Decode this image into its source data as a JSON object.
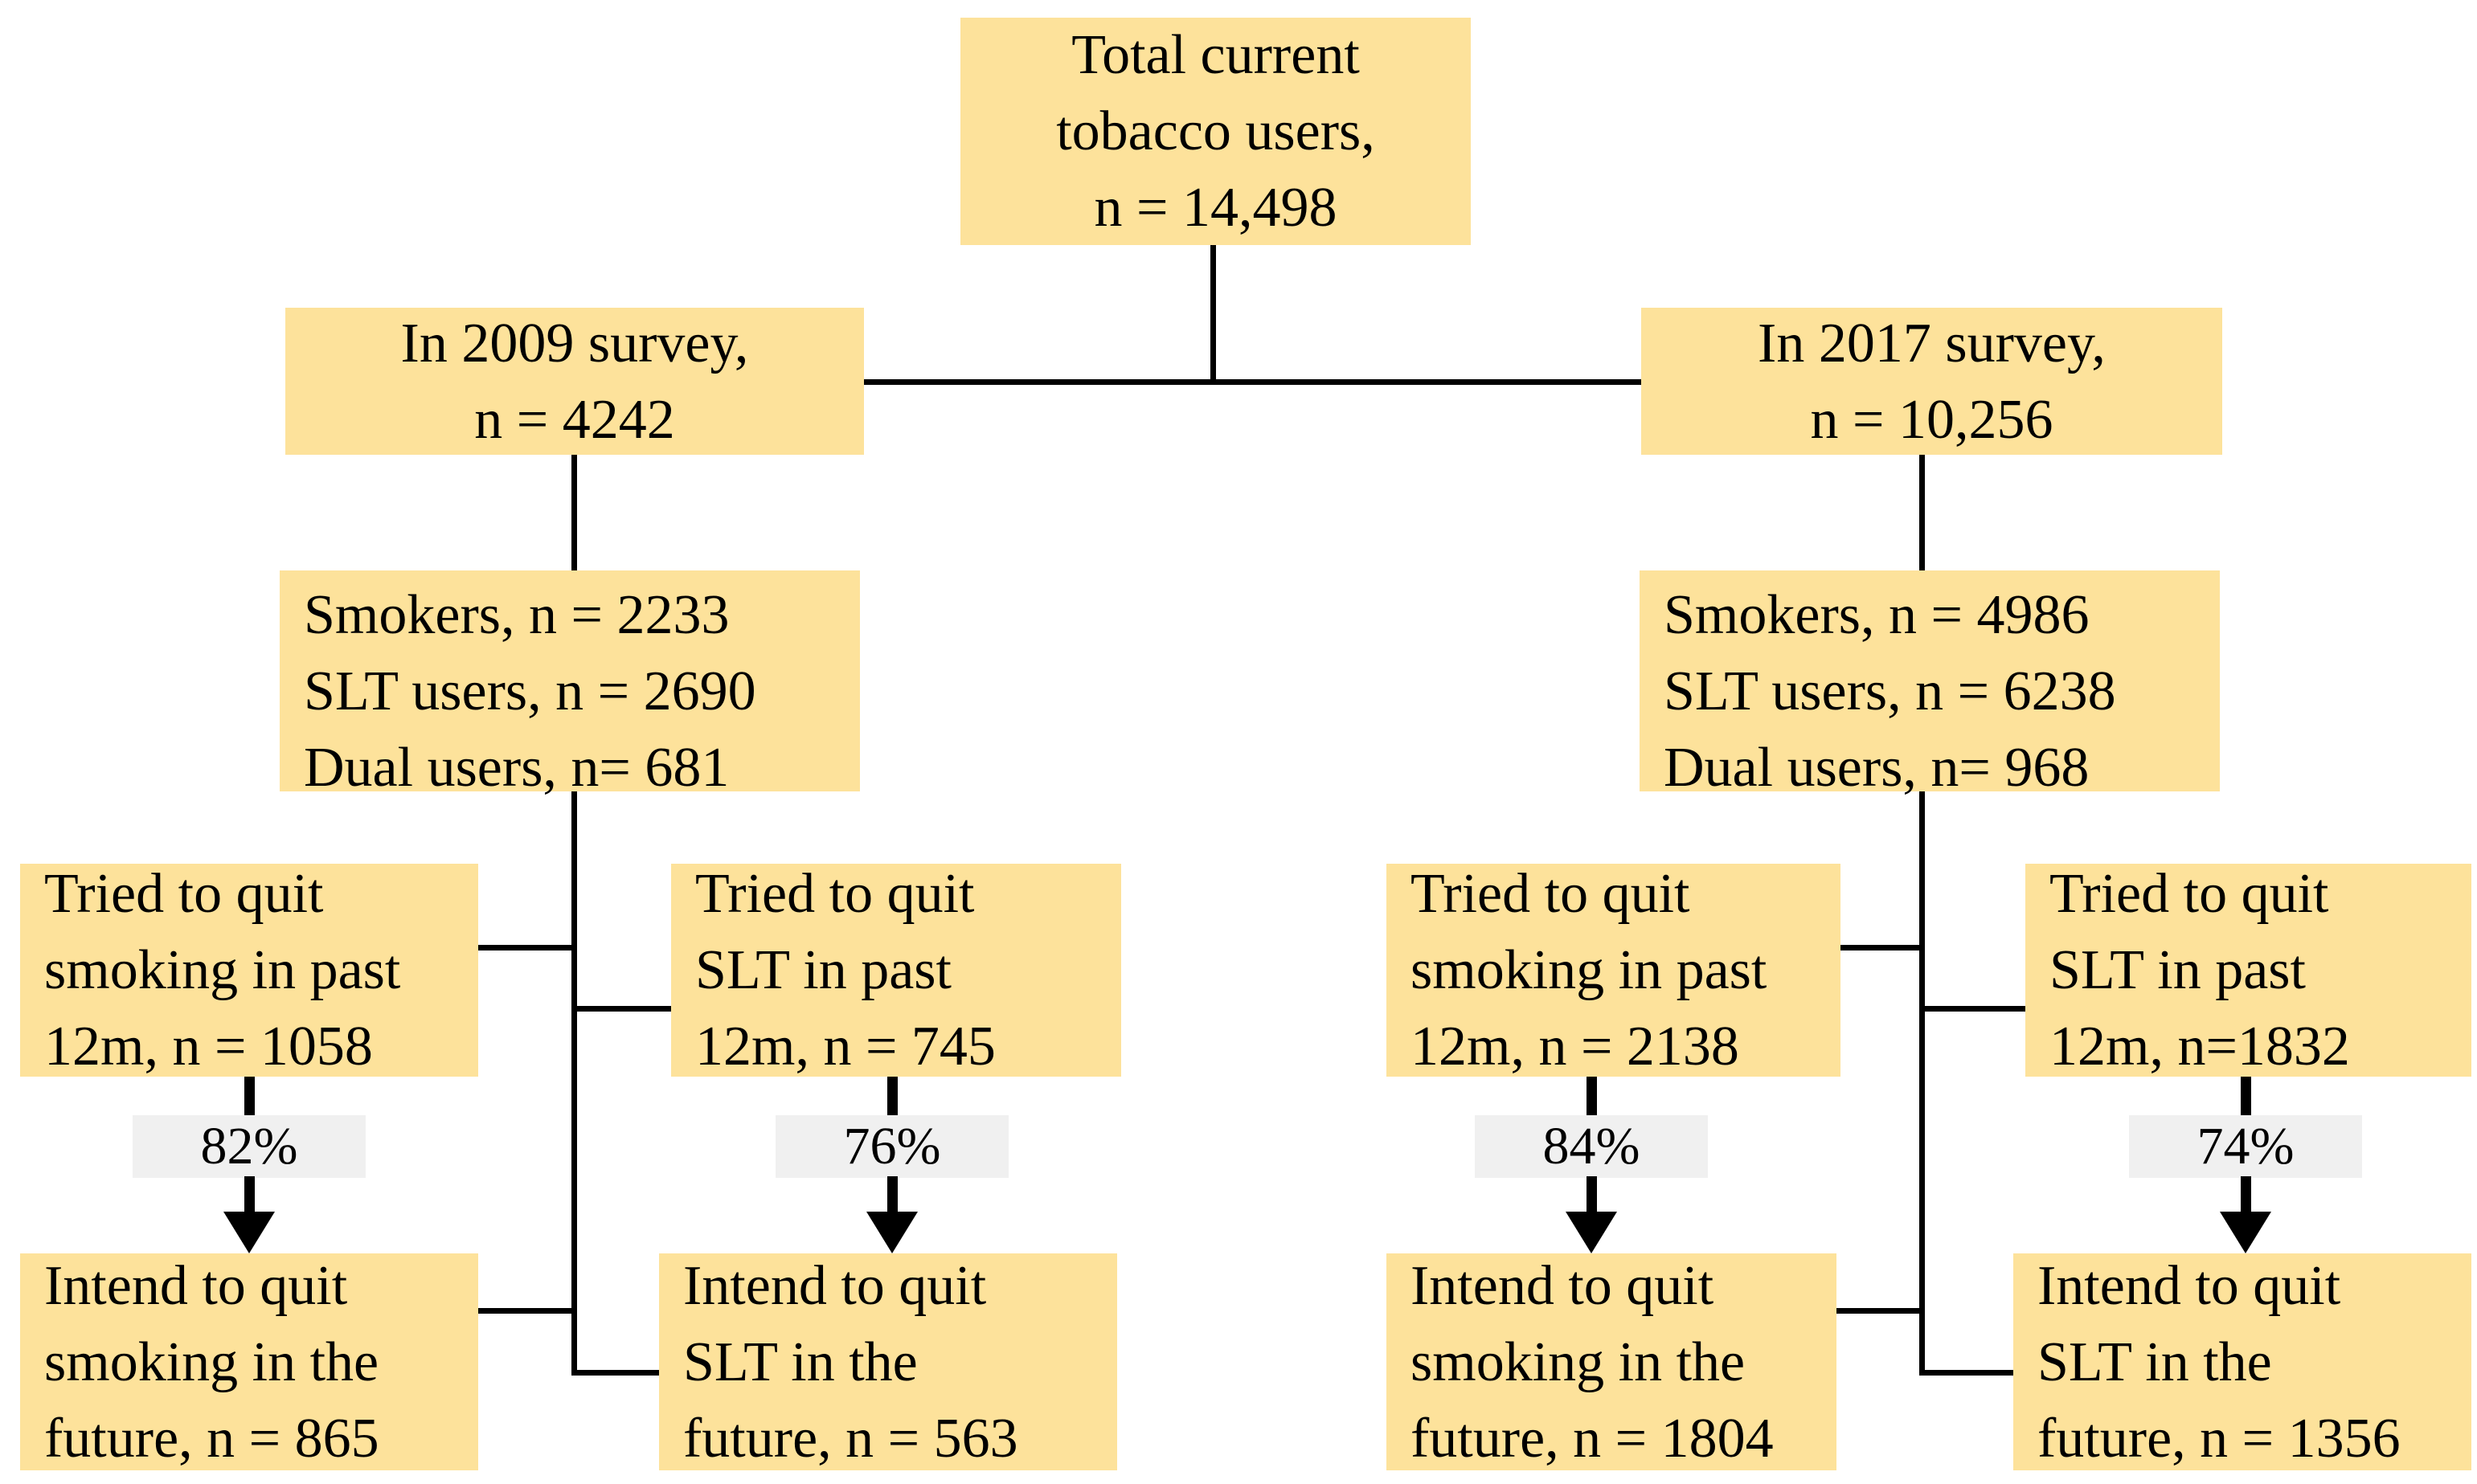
{
  "diagram": {
    "type": "flowchart",
    "topic": "Tobacco users quit attempts and intentions, 2009 vs 2017 surveys",
    "total_box": {
      "lines": [
        "Total current",
        "tobacco users,",
        "n = 14,498"
      ]
    },
    "survey_2009": {
      "lines": [
        "In 2009 survey,",
        "n = 4242"
      ]
    },
    "survey_2017": {
      "lines": [
        "In 2017 survey,",
        "n = 10,256"
      ]
    },
    "breakdown_2009": {
      "lines": [
        "Smokers, n = 2233",
        "SLT users, n = 2690",
        "Dual users, n= 681"
      ]
    },
    "breakdown_2017": {
      "lines": [
        "Smokers, n = 4986",
        "SLT users, n = 6238",
        "Dual users, n= 968"
      ]
    },
    "tried_smoking_2009": {
      "lines": [
        "Tried to quit",
        "smoking in past",
        "12m, n = 1058"
      ]
    },
    "tried_slt_2009": {
      "lines": [
        "Tried to quit",
        "SLT in past",
        "12m, n = 745"
      ]
    },
    "tried_smoking_2017": {
      "lines": [
        "Tried to quit",
        "smoking in past",
        "12m, n = 2138"
      ]
    },
    "tried_slt_2017": {
      "lines": [
        "Tried to quit",
        "SLT in past",
        "12m, n=1832"
      ]
    },
    "intend_smoking_2009": {
      "lines": [
        "Intend to quit",
        "smoking in the",
        "future, n = 865"
      ]
    },
    "intend_slt_2009": {
      "lines": [
        "Intend to quit",
        "SLT in the",
        "future, n = 563"
      ]
    },
    "intend_smoking_2017": {
      "lines": [
        "Intend to quit",
        "smoking in the",
        "future, n = 1804"
      ]
    },
    "intend_slt_2017": {
      "lines": [
        "Intend to quit",
        "SLT in the",
        "future, n = 1356"
      ]
    },
    "percent_smoking_2009": "82%",
    "percent_slt_2009": "76%",
    "percent_smoking_2017": "84%",
    "percent_slt_2017": "74%",
    "colors": {
      "box_fill": "#FDE29B",
      "label_fill": "#F0F0F0",
      "line": "#000000",
      "background": "#FFFFFF"
    }
  }
}
